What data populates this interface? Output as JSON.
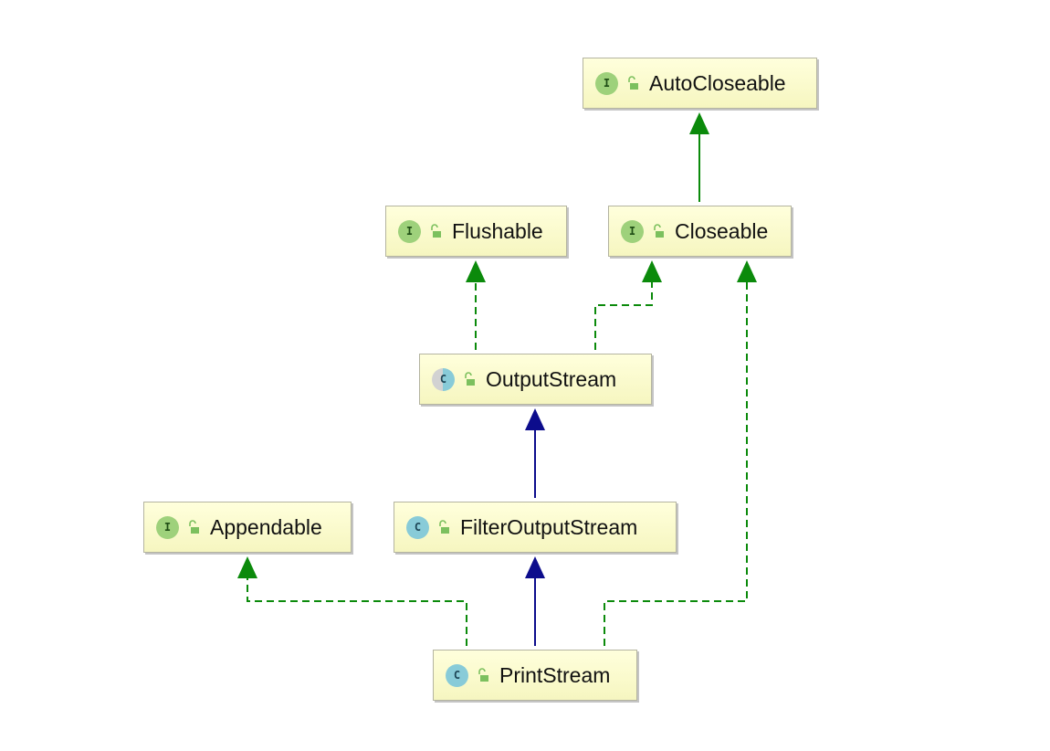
{
  "diagram": {
    "colors": {
      "realization": "#0b8a0b",
      "inheritance": "#0c0c8c",
      "node_fill": "#ffffd6",
      "interface_badge": "#9ed17b",
      "class_badge": "#88cbd8"
    },
    "nodes": [
      {
        "id": "autocloseable",
        "kind": "interface",
        "badge": "I",
        "label": "AutoCloseable",
        "icon": "unlock-icon"
      },
      {
        "id": "flushable",
        "kind": "interface",
        "badge": "I",
        "label": "Flushable",
        "icon": "unlock-icon"
      },
      {
        "id": "closeable",
        "kind": "interface",
        "badge": "I",
        "label": "Closeable",
        "icon": "unlock-icon"
      },
      {
        "id": "outputstream",
        "kind": "abstract-class",
        "badge": "C",
        "label": "OutputStream",
        "icon": "unlock-icon"
      },
      {
        "id": "appendable",
        "kind": "interface",
        "badge": "I",
        "label": "Appendable",
        "icon": "unlock-icon"
      },
      {
        "id": "filteroutputstream",
        "kind": "class",
        "badge": "C",
        "label": "FilterOutputStream",
        "icon": "unlock-icon"
      },
      {
        "id": "printstream",
        "kind": "class",
        "badge": "C",
        "label": "PrintStream",
        "icon": "unlock-icon"
      }
    ],
    "edges": [
      {
        "from": "closeable",
        "to": "autocloseable",
        "type": "extends-interface",
        "style": "solid-green"
      },
      {
        "from": "outputstream",
        "to": "flushable",
        "type": "implements",
        "style": "dashed-green"
      },
      {
        "from": "outputstream",
        "to": "closeable",
        "type": "implements",
        "style": "dashed-green"
      },
      {
        "from": "filteroutputstream",
        "to": "outputstream",
        "type": "extends",
        "style": "solid-blue"
      },
      {
        "from": "printstream",
        "to": "filteroutputstream",
        "type": "extends",
        "style": "solid-blue"
      },
      {
        "from": "printstream",
        "to": "appendable",
        "type": "implements",
        "style": "dashed-green"
      },
      {
        "from": "printstream",
        "to": "closeable",
        "type": "implements",
        "style": "dashed-green"
      }
    ]
  }
}
